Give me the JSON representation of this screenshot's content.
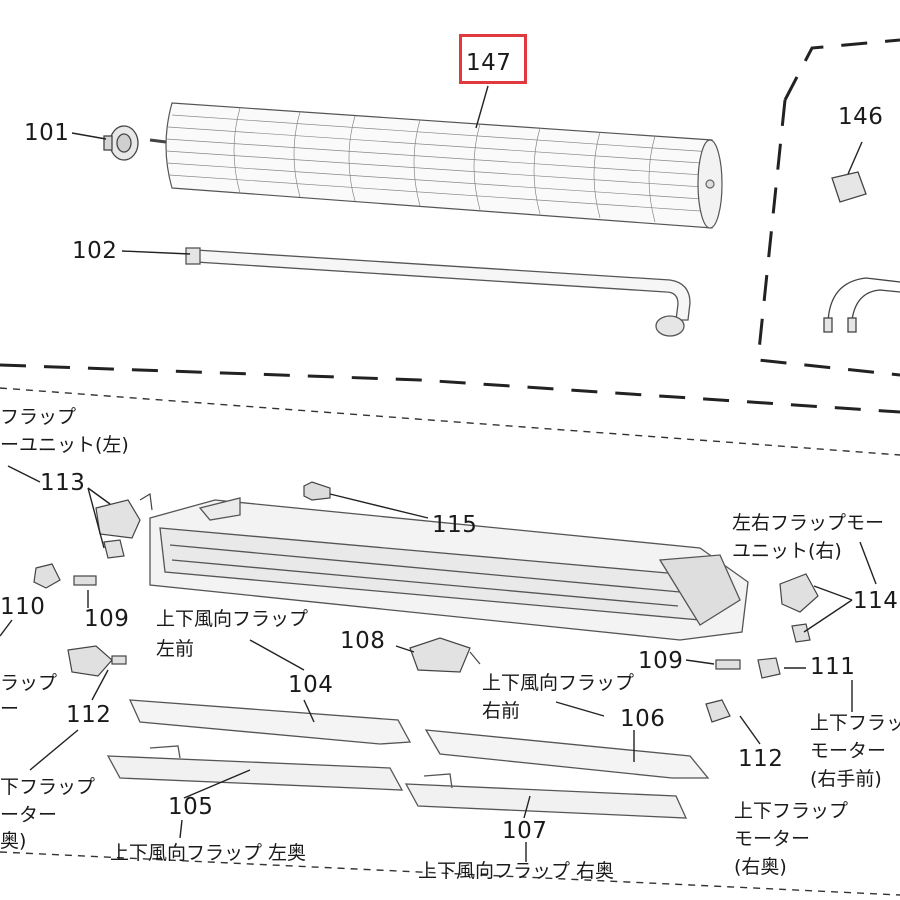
{
  "highlight": {
    "part": "147",
    "color": "#e0393e"
  },
  "parts": {
    "p147": "147",
    "p146": "146",
    "p101": "101",
    "p102": "102",
    "p113": "113",
    "p115": "115",
    "p110": "110",
    "p109a": "109",
    "p109b": "109",
    "p108": "108",
    "p104": "104",
    "p106": "106",
    "p111": "111",
    "p112a": "112",
    "p112b": "112",
    "p114": "114",
    "p105": "105",
    "p107": "107"
  },
  "captions": {
    "left_motor_1": "フラップ",
    "left_motor_2": "ーユニット(左)",
    "right_motor_1": "左右フラップモー",
    "right_motor_2": "ユニット(右)",
    "flap_left_front_1": "上下風向フラップ",
    "flap_left_front_2": "左前",
    "flap_right_front_1": "上下風向フラップ",
    "flap_right_front_2": "右前",
    "flap_left_back": "上下風向フラップ 左奥",
    "flap_right_back": "上下風向フラップ 右奥",
    "motor_right_front_1": "上下フラッ",
    "motor_right_front_2": "モーター",
    "motor_right_front_3": "(右手前)",
    "motor_right_back_1": "上下フラップ",
    "motor_right_back_2": "モーター",
    "motor_right_back_3": "(右奥)",
    "left_edge_1": "ラップ",
    "left_edge_2": "ー",
    "left_edge_3": "下フラップ",
    "left_edge_4": "ーター",
    "left_edge_5": "奥)"
  }
}
